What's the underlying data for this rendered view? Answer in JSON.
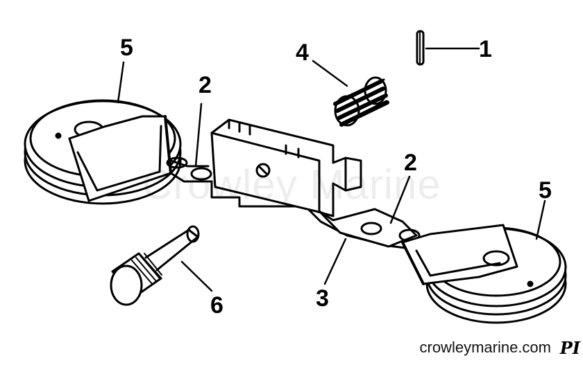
{
  "diagram": {
    "callouts": [
      "1",
      "2",
      "2",
      "3",
      "4",
      "5",
      "5",
      "6"
    ],
    "watermark": "Crowley Marine",
    "footer": "crowleymarine.com",
    "reference": "PI"
  },
  "colors": {
    "ink": "#000000",
    "paper": "#ffffff"
  }
}
